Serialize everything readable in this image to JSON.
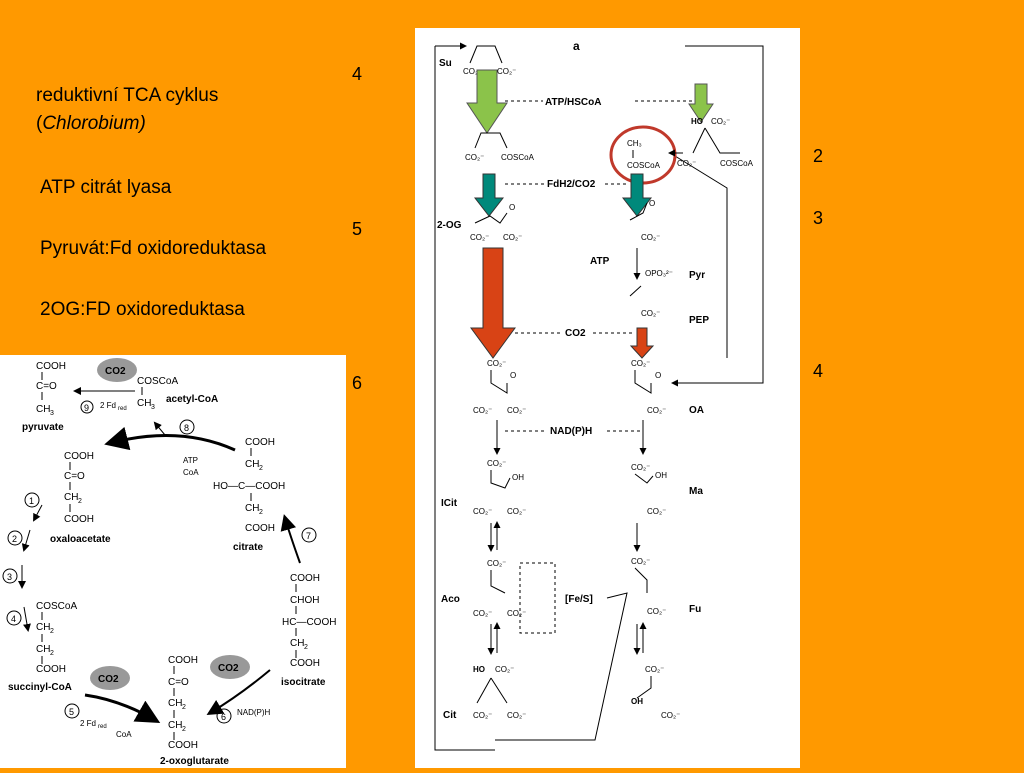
{
  "slide": {
    "title_line1": "reduktivní TCA cyklus",
    "title_line2_open": "(",
    "title_line2_italic": "Chlorobium)",
    "enzyme1": "ATP citrát lyasa",
    "enzyme2": "Pyruvát:Fd oxidoreduktasa",
    "enzyme3": "2OG:FD oxidoreduktasa",
    "side_numbers_left": [
      "4",
      "5",
      "6"
    ],
    "side_numbers_right": [
      "2",
      "3",
      "4"
    ]
  },
  "left_diagram": {
    "compounds": {
      "pyruvate": "pyruvate",
      "acetyl_coa": "acetyl-CoA",
      "oxaloacetate": "oxaloacetate",
      "citrate": "citrate",
      "succinyl_coa": "succinyl-CoA",
      "isocitrate": "isocitrate",
      "oxoglutarate": "2-oxoglutarate"
    },
    "co2": "CO2",
    "steps": [
      "1",
      "2",
      "3",
      "4",
      "5",
      "6",
      "7",
      "8",
      "9"
    ],
    "cofactors": {
      "fd_red": "2 Fd",
      "red_sub": "red",
      "atp": "ATP",
      "coa": "CoA",
      "nadph": "NAD(P)H"
    }
  },
  "right_diagram": {
    "label_a": "a",
    "su": "Su",
    "atp_hscoa": "ATP/HSCoA",
    "fdh2_co2": "FdH2/CO2",
    "og2": "2-OG",
    "atp": "ATP",
    "pyr": "Pyr",
    "pep": "PEP",
    "co2": "CO2",
    "oa": "OA",
    "nadph": "NAD(P)H",
    "icit": "ICit",
    "ma": "Ma",
    "aco": "Aco",
    "fes": "[Fe/S]",
    "fu": "Fu",
    "cit": "Cit",
    "coscoa": "COSCoA",
    "co2minus": "CO2-"
  }
}
